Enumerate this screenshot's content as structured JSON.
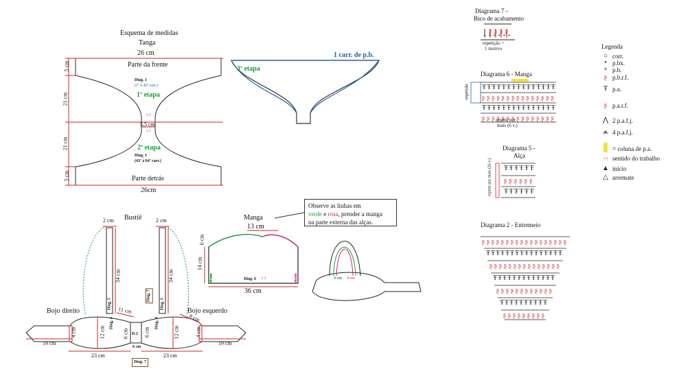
{
  "tanga": {
    "title": "Esquema de medidas",
    "subtitle": "Tanga",
    "top_width": "26 cm",
    "bottom_width": "26cm",
    "front_label": "Parte da frente",
    "back_label": "Parte detrás",
    "side_top": "5 cm",
    "side_mid1": "21 cm",
    "side_mid2": "21 cm",
    "side_bottom": "5 cm",
    "waist": "5,5 cm",
    "diag1_top": "Diag. 1",
    "diag1_top_rows": "(1ª à 42ª carr.)",
    "etapa1": "1ª etapa",
    "etapa2": "2ª etapa",
    "diag1_bottom": "Diag. 1",
    "diag1_bottom_rows": "(43ª à 84ª carr.)",
    "arrows_up": "↑↑",
    "arrows_down": "↓↓"
  },
  "etapa3": {
    "label": "3ª etapa",
    "carr": "1 carr. de p.b."
  },
  "bustie": {
    "title": "Bustiê",
    "strap_left_width": "2 cm",
    "strap_right_width": "2 cm",
    "strap_left_len": "34 cm",
    "strap_right_len": "34 cm",
    "diag5_left": "Diag. 5",
    "diag5_right": "Diag. 5",
    "diag7_top": "Diag. 7",
    "diag7_bottom": "Diag. 7",
    "bojo_direito": "Bojo direito",
    "bojo_esquerdo": "Bojo esquerdo",
    "left_cup_top": "11 cm",
    "right_cup_top": "8 cm",
    "left_side": "4 cm",
    "right_side": "4 cm",
    "left_tail": "19 cm",
    "right_tail": "19 cm",
    "left_bottom": "23 cm",
    "right_bottom": "23 cm",
    "left_height": "12 cm",
    "right_height": "12 cm",
    "center_left": "6 cm",
    "center_right": "6 cm",
    "center_bottom": "6 cm",
    "diag4_left": "Diag. 4",
    "diag4_right": "Diag. 4",
    "d2": "D.2"
  },
  "manga": {
    "title": "Manga",
    "top": "13 cm",
    "bottom": "36 cm",
    "left_top": "6 cm",
    "left_mid": "14 cm",
    "small_left": "4 cm",
    "small_right": "4 cm",
    "diag6": "Diag. 6",
    "arrows": "↑↑"
  },
  "note": {
    "line1": "Observe as linhas em",
    "verde": "verde",
    "e": "e",
    "rosa": "rosa",
    "line2_rest": ", prender a manga",
    "line3": "na parte externa das alças."
  },
  "bag_labels": {
    "a": "4 cm",
    "b": "4 cm"
  },
  "diagrams": {
    "d7_title": "Diagrama 7 -",
    "d7_sub": "Bico de acabamento",
    "d7_rep1": "repetição =",
    "d7_rep2": "1 motivo",
    "d6_title": "Diagrama 6 - Manga",
    "d6_rep1": "repetir por",
    "d6_rep2": "mais (6 v.)",
    "d6_side": "repetido",
    "d5_title": "Diagrama 5 -",
    "d5_sub": "Alça",
    "d5_side": "repetir por mais (26 v.)",
    "d2_title": "Diagrama 2 - Entremeio"
  },
  "legend": {
    "title": "Legenda",
    "items": [
      {
        "sym": "○",
        "label": "corr."
      },
      {
        "sym": "•",
        "label": "p.bx."
      },
      {
        "sym": "+",
        "label": "p.b."
      },
      {
        "sym": "ʂ",
        "label": "p.b.r.f."
      },
      {
        "sym": "Ŧ",
        "label": "p.a."
      },
      {
        "sym": "ʂ",
        "label": "p.a.r.f."
      },
      {
        "sym": "⋀",
        "label": "2 p.a.f.j."
      },
      {
        "sym": "⩕",
        "label": "4 p.a.f.j."
      },
      {
        "sym": "",
        "label": "= coluna de p.a."
      },
      {
        "sym": "↑↑",
        "label": "sentido do trabalho"
      },
      {
        "sym": "▲",
        "label": "início"
      },
      {
        "sym": "△",
        "label": "arremate"
      }
    ]
  },
  "colors": {
    "green": "#1a9a3a",
    "blue": "#1d5fa8",
    "pink": "#d61b7b",
    "red": "#d42020",
    "yellow": "#f2e23a"
  }
}
